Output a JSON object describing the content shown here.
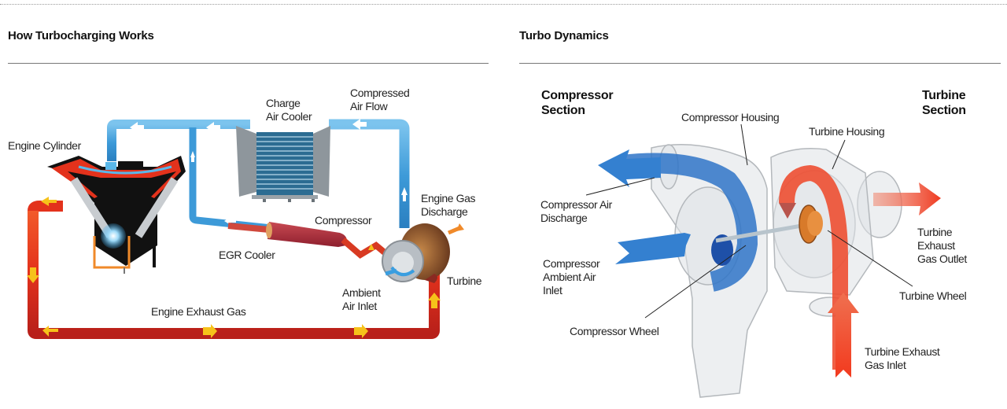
{
  "panels": {
    "left": {
      "title": "How Turbocharging Works",
      "labels": {
        "engine_cylinder": "Engine Cylinder",
        "charge_air_cooler": "Charge\nAir Cooler",
        "compressed_air_flow": "Compressed\nAir Flow",
        "engine_gas_discharge": "Engine Gas\nDischarge",
        "compressor": "Compressor",
        "egr_cooler": "EGR Cooler",
        "turbine": "Turbine",
        "ambient_air_inlet": "Ambient\nAir Inlet",
        "engine_exhaust_gas": "Engine Exhaust Gas"
      }
    },
    "right": {
      "title": "Turbo Dynamics",
      "section_headers": {
        "compressor_section": "Compressor\nSection",
        "turbine_section": "Turbine\nSection"
      },
      "labels": {
        "compressor_housing": "Compressor Housing",
        "turbine_housing": "Turbine Housing",
        "compressor_air_discharge": "Compressor Air\nDischarge",
        "compressor_ambient_air_inlet": "Compressor\nAmbient Air\nInlet",
        "compressor_wheel": "Compressor Wheel",
        "turbine_exhaust_gas_outlet": "Turbine\nExhaust\nGas Outlet",
        "turbine_wheel": "Turbine Wheel",
        "turbine_exhaust_gas_inlet": "Turbine Exhaust\nGas Inlet"
      }
    }
  },
  "colors": {
    "air_blue": "#3d9ad8",
    "exhaust_red": "#e3321c",
    "flow_arrow_yellow": "#f6c21a",
    "compressor_flow_blue": "#2f74c8",
    "turbine_flow_red": "#ee4a2c",
    "rule_gray": "#777777"
  }
}
